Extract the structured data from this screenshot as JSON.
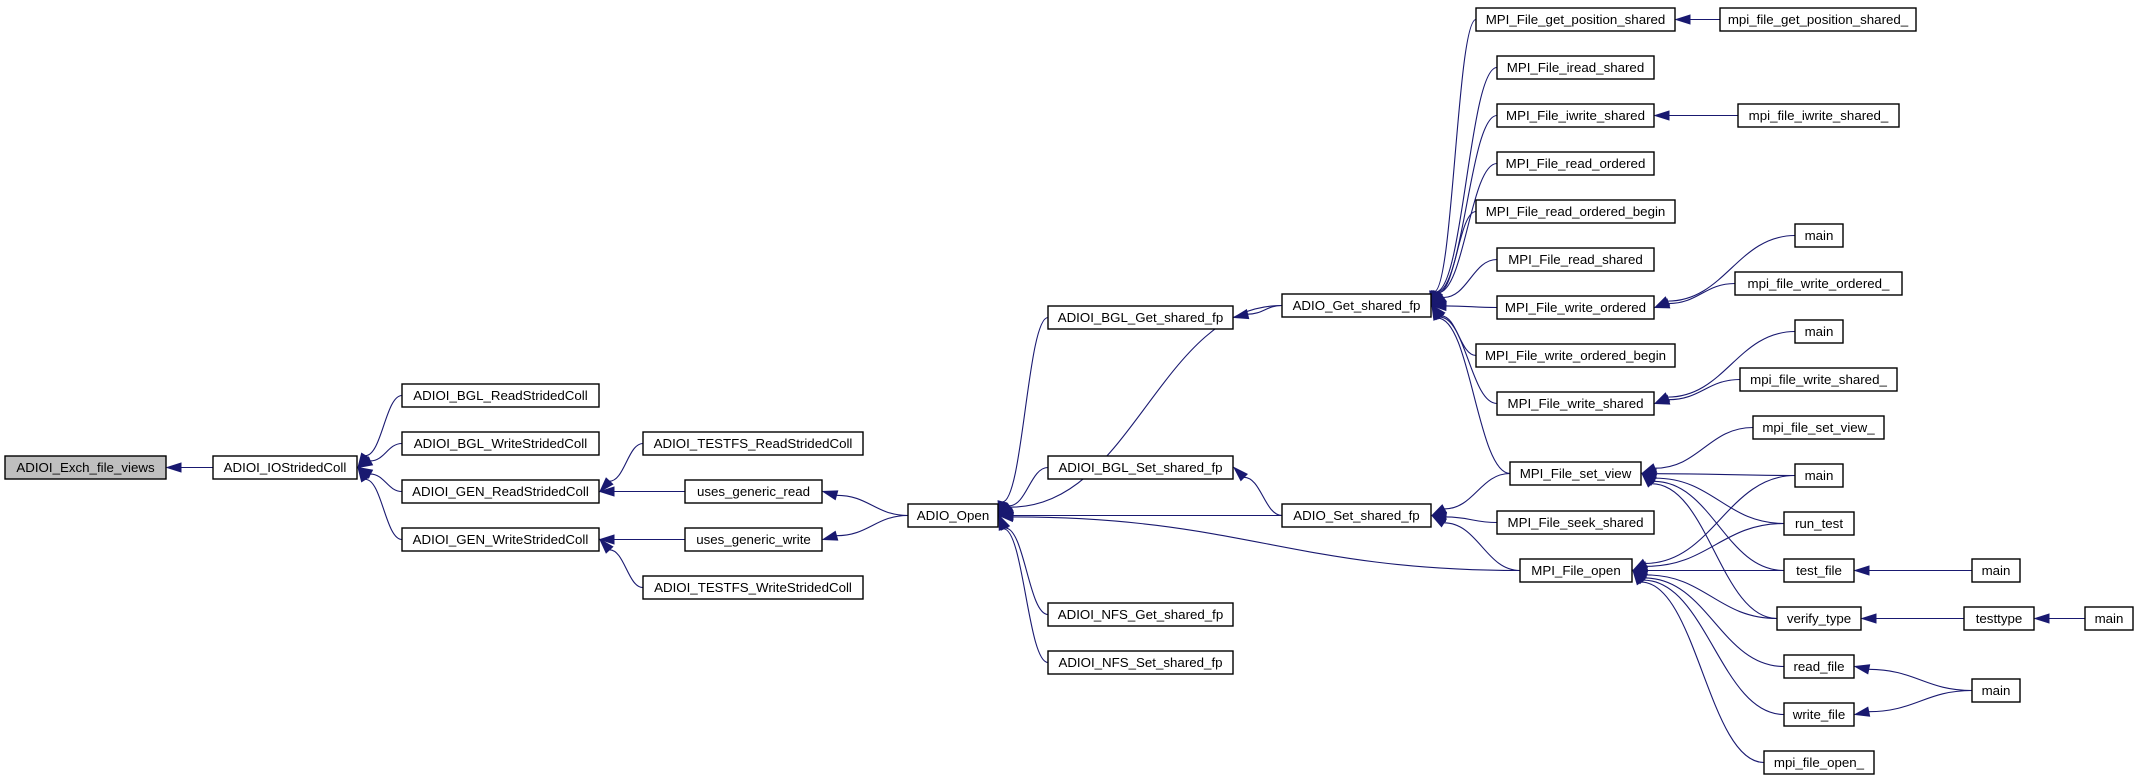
{
  "graph": {
    "title": "",
    "colors": {
      "edge": "#191970",
      "node_border": "#000000",
      "root_fill": "#bfbfbf",
      "node_fill": "#ffffff"
    },
    "nodes": [
      {
        "id": "n0",
        "label": "ADIOI_Exch_file_views",
        "root": true
      },
      {
        "id": "n1",
        "label": "ADIOI_IOStridedColl"
      },
      {
        "id": "n2",
        "label": "ADIOI_BGL_ReadStridedColl"
      },
      {
        "id": "n3",
        "label": "ADIOI_BGL_WriteStridedColl"
      },
      {
        "id": "n4",
        "label": "ADIOI_GEN_ReadStridedColl"
      },
      {
        "id": "n5",
        "label": "ADIOI_GEN_WriteStridedColl"
      },
      {
        "id": "n6",
        "label": "ADIOI_TESTFS_ReadStridedColl"
      },
      {
        "id": "n7",
        "label": "uses_generic_read"
      },
      {
        "id": "n8",
        "label": "uses_generic_write"
      },
      {
        "id": "n9",
        "label": "ADIOI_TESTFS_WriteStridedColl"
      },
      {
        "id": "n10",
        "label": "ADIO_Open"
      },
      {
        "id": "n11",
        "label": "ADIOI_BGL_Get_shared_fp"
      },
      {
        "id": "n12",
        "label": "ADIOI_BGL_Set_shared_fp"
      },
      {
        "id": "n13",
        "label": "ADIOI_NFS_Get_shared_fp"
      },
      {
        "id": "n14",
        "label": "ADIOI_NFS_Set_shared_fp"
      },
      {
        "id": "n15",
        "label": "ADIO_Get_shared_fp"
      },
      {
        "id": "n16",
        "label": "ADIO_Set_shared_fp"
      },
      {
        "id": "n17",
        "label": "MPI_File_get_position_shared"
      },
      {
        "id": "n18",
        "label": "MPI_File_iread_shared"
      },
      {
        "id": "n19",
        "label": "MPI_File_iwrite_shared"
      },
      {
        "id": "n20",
        "label": "MPI_File_read_ordered"
      },
      {
        "id": "n21",
        "label": "MPI_File_read_ordered_begin"
      },
      {
        "id": "n22",
        "label": "MPI_File_read_shared"
      },
      {
        "id": "n23",
        "label": "MPI_File_write_ordered"
      },
      {
        "id": "n24",
        "label": "MPI_File_write_ordered_begin"
      },
      {
        "id": "n25",
        "label": "MPI_File_write_shared"
      },
      {
        "id": "n26",
        "label": "MPI_File_set_view"
      },
      {
        "id": "n27",
        "label": "MPI_File_seek_shared"
      },
      {
        "id": "n28",
        "label": "MPI_File_open"
      },
      {
        "id": "n29",
        "label": "mpi_file_get_position_shared_"
      },
      {
        "id": "n30",
        "label": "mpi_file_iwrite_shared_"
      },
      {
        "id": "n31",
        "label": "main"
      },
      {
        "id": "n32",
        "label": "mpi_file_write_ordered_"
      },
      {
        "id": "n33",
        "label": "main"
      },
      {
        "id": "n34",
        "label": "mpi_file_write_shared_"
      },
      {
        "id": "n35",
        "label": "mpi_file_set_view_"
      },
      {
        "id": "n36",
        "label": "main"
      },
      {
        "id": "n37",
        "label": "run_test"
      },
      {
        "id": "n38",
        "label": "test_file"
      },
      {
        "id": "n39",
        "label": "verify_type"
      },
      {
        "id": "n40",
        "label": "read_file"
      },
      {
        "id": "n41",
        "label": "write_file"
      },
      {
        "id": "n42",
        "label": "mpi_file_open_"
      },
      {
        "id": "n43",
        "label": "main"
      },
      {
        "id": "n44",
        "label": "testtype"
      },
      {
        "id": "n45",
        "label": "main"
      },
      {
        "id": "n46",
        "label": "main"
      }
    ],
    "edges": [
      [
        "n1",
        "n0"
      ],
      [
        "n2",
        "n1"
      ],
      [
        "n3",
        "n1"
      ],
      [
        "n4",
        "n1"
      ],
      [
        "n5",
        "n1"
      ],
      [
        "n6",
        "n4"
      ],
      [
        "n7",
        "n4"
      ],
      [
        "n8",
        "n5"
      ],
      [
        "n9",
        "n5"
      ],
      [
        "n10",
        "n7"
      ],
      [
        "n10",
        "n8"
      ],
      [
        "n11",
        "n10"
      ],
      [
        "n12",
        "n10"
      ],
      [
        "n13",
        "n10"
      ],
      [
        "n14",
        "n10"
      ],
      [
        "n15",
        "n10"
      ],
      [
        "n16",
        "n10"
      ],
      [
        "n28",
        "n10"
      ],
      [
        "n15",
        "n11"
      ],
      [
        "n16",
        "n12"
      ],
      [
        "n17",
        "n15"
      ],
      [
        "n18",
        "n15"
      ],
      [
        "n19",
        "n15"
      ],
      [
        "n20",
        "n15"
      ],
      [
        "n21",
        "n15"
      ],
      [
        "n22",
        "n15"
      ],
      [
        "n23",
        "n15"
      ],
      [
        "n24",
        "n15"
      ],
      [
        "n25",
        "n15"
      ],
      [
        "n26",
        "n15"
      ],
      [
        "n26",
        "n16"
      ],
      [
        "n27",
        "n16"
      ],
      [
        "n28",
        "n16"
      ],
      [
        "n29",
        "n17"
      ],
      [
        "n30",
        "n19"
      ],
      [
        "n31",
        "n23"
      ],
      [
        "n32",
        "n23"
      ],
      [
        "n33",
        "n25"
      ],
      [
        "n34",
        "n25"
      ],
      [
        "n35",
        "n26"
      ],
      [
        "n36",
        "n26"
      ],
      [
        "n37",
        "n26"
      ],
      [
        "n38",
        "n26"
      ],
      [
        "n39",
        "n26"
      ],
      [
        "n36",
        "n28"
      ],
      [
        "n37",
        "n28"
      ],
      [
        "n38",
        "n28"
      ],
      [
        "n39",
        "n28"
      ],
      [
        "n40",
        "n28"
      ],
      [
        "n41",
        "n28"
      ],
      [
        "n42",
        "n28"
      ],
      [
        "n43",
        "n38"
      ],
      [
        "n44",
        "n39"
      ],
      [
        "n45",
        "n40"
      ],
      [
        "n45",
        "n41"
      ],
      [
        "n46",
        "n44"
      ]
    ]
  }
}
